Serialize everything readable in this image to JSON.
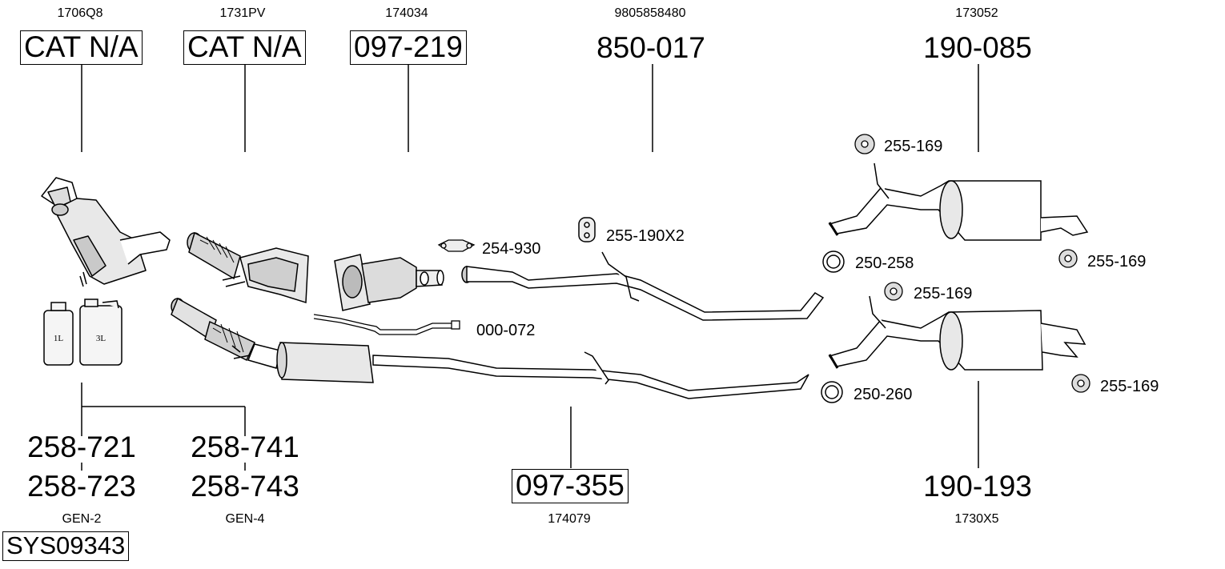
{
  "diagram": {
    "sections": [
      {
        "ref": "1706Q8",
        "part": "CAT N/A",
        "boxed": true
      },
      {
        "ref": "1731PV",
        "part": "CAT N/A",
        "boxed": true
      },
      {
        "ref": "174034",
        "part": "097-219",
        "boxed": true
      },
      {
        "ref": "9805858480",
        "part": "850-017",
        "boxed": false
      },
      {
        "ref": "173052",
        "part": "190-085",
        "boxed": false
      }
    ],
    "fluids": [
      {
        "top": "258-721",
        "bottom": "258-723",
        "ref": "GEN-2"
      },
      {
        "top": "258-741",
        "bottom": "258-743",
        "ref": "GEN-4"
      }
    ],
    "middle_pipe": {
      "part": "097-355",
      "ref": "174079"
    },
    "rear_silencer": {
      "part": "190-193",
      "ref": "1730X5"
    },
    "system_code": "SYS09343",
    "container_labels": {
      "small": "1L",
      "large": "3L"
    },
    "accessories": {
      "clamp_front": "254-930",
      "rubber_mount_x2": "255-190X2",
      "sensor": "000-072",
      "mount_top_a": "255-169",
      "clamp_upper": "250-258",
      "mount_right_a": "255-169",
      "mount_top_b": "255-169",
      "clamp_lower": "250-260",
      "mount_right_b": "255-169"
    }
  }
}
